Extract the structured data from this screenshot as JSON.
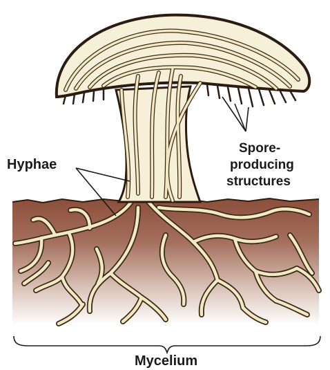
{
  "labels": {
    "hyphae": "Hyphae",
    "spore_line1": "Spore-",
    "spore_line2": "producing",
    "spore_line3": "structures",
    "mycelium": "Mycelium"
  },
  "colors": {
    "hypha_fill": "#f2e8c4",
    "hypha_outline": "#3a2a15",
    "soil_top": "#8b4f3a",
    "soil_mid": "#b98a78",
    "soil_bottom": "#ffffff",
    "text": "#1a1a1a"
  }
}
